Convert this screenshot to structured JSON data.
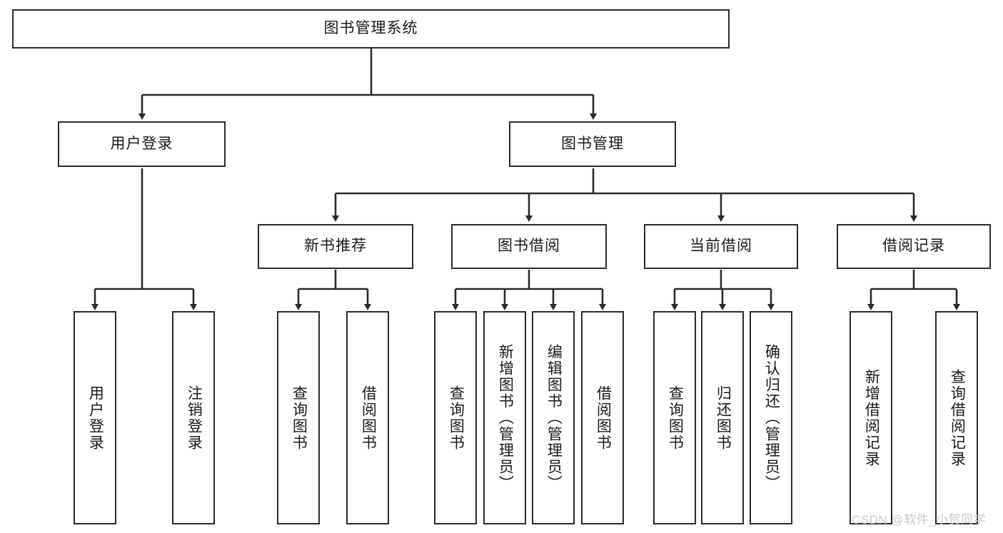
{
  "diagram": {
    "title": "图书管理系统",
    "type": "tree-hierarchy-chart",
    "watermark": "CSDN @软件_小贺同学",
    "root": {
      "label": "图书管理系统"
    },
    "level2": [
      {
        "label": "用户登录"
      },
      {
        "label": "图书管理"
      }
    ],
    "level3": [
      {
        "label": "新书推荐"
      },
      {
        "label": "图书借阅"
      },
      {
        "label": "当前借阅"
      },
      {
        "label": "借阅记录"
      }
    ],
    "leaves": {
      "user_login": [
        {
          "label": "用户登录"
        },
        {
          "label": "注销登录"
        }
      ],
      "new_book_recommend": [
        {
          "label": "查询图书"
        },
        {
          "label": "借阅图书"
        }
      ],
      "book_borrow": [
        {
          "label": "查询图书"
        },
        {
          "label": "新增图书（管理员）"
        },
        {
          "label": "编辑图书（管理员）"
        },
        {
          "label": "借阅图书"
        }
      ],
      "current_borrow": [
        {
          "label": "查询图书"
        },
        {
          "label": "归还图书"
        },
        {
          "label": "确认归还（管理员）"
        }
      ],
      "borrow_record": [
        {
          "label": "新增借阅记录"
        },
        {
          "label": "查询借阅记录"
        }
      ]
    },
    "colors": {
      "stroke": "#2b2b2b",
      "fill": "#ffffff",
      "text": "#1a1a1a",
      "watermark": "#c9c9c9"
    }
  }
}
